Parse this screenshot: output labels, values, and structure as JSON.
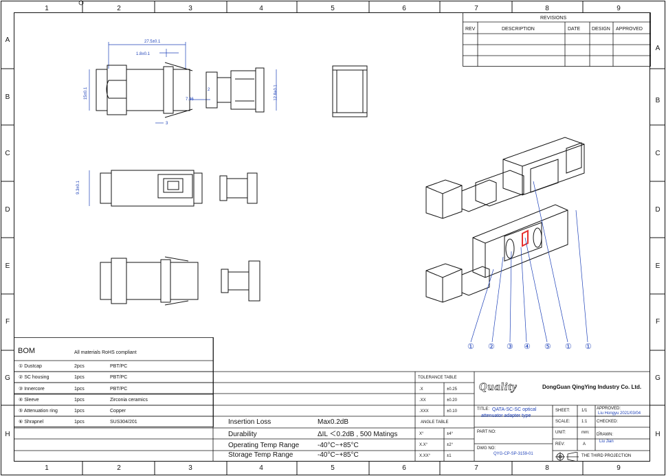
{
  "zones": {
    "columns": [
      "1",
      "2",
      "3",
      "4",
      "5",
      "6",
      "7",
      "8",
      "9"
    ],
    "rows": [
      "A",
      "B",
      "C",
      "D",
      "E",
      "F",
      "G",
      "H"
    ]
  },
  "revisions": {
    "title": "REVISIONS",
    "headers": [
      "REV",
      "DESCRIPTION",
      "DATE",
      "DESIGN",
      "APPROVED"
    ]
  },
  "dimensions": {
    "length": "27.5±0.1",
    "offset": "1.8±0.1",
    "height": "15±0.1",
    "inner_width": "7.96",
    "gap": "2",
    "flange": "12.8±0.1",
    "step": "3",
    "thickness": "9.3±0.1"
  },
  "callouts": [
    "①",
    "②",
    "③",
    "④",
    "⑤",
    "①",
    "①"
  ],
  "bom": {
    "title": "BOM",
    "note": "All materials  RoHS compliant",
    "items": [
      {
        "name": "① Dustcap",
        "qty": "2pcs",
        "material": "PBT/PC"
      },
      {
        "name": "② SC housing",
        "qty": "1pcs",
        "material": "PBT/PC"
      },
      {
        "name": "③ Innercore",
        "qty": "1pcs",
        "material": "PBT/PC"
      },
      {
        "name": "④ Sleeve",
        "qty": "1pcs",
        "material": "Zirconia ceramics"
      },
      {
        "name": "⑤ Attenuation ring",
        "qty": "1pcs",
        "material": "Copper"
      },
      {
        "name": "⑥ Shrapnel",
        "qty": "1pcs",
        "material": "SUS304/201"
      }
    ]
  },
  "specs": [
    {
      "label": "Insertion Loss",
      "value": "Max0.2dB"
    },
    {
      "label": "Durability",
      "value": "ΔIL ＜0.2dB , 500 Matings"
    },
    {
      "label": "Operating Temp Range",
      "value": "-40°C~+85°C"
    },
    {
      "label": "Storage Temp Range",
      "value": "-40°C~+85°C"
    }
  ],
  "tolerance": {
    "title": "TOLERANCE TABLE",
    "rows": [
      {
        "k": ".X",
        "v": "±0.25"
      },
      {
        "k": ".XX",
        "v": "±0.20"
      },
      {
        "k": ".XXX",
        "v": "±0.10"
      }
    ],
    "angle_title": "ANGLE TABLE",
    "angle_rows": [
      {
        "k": "X°",
        "v": "±4°"
      },
      {
        "k": "X.X°",
        "v": "±2°"
      },
      {
        "k": "X.XX°",
        "v": "±1"
      }
    ]
  },
  "company": {
    "logo": "Quality",
    "name": "DongGuan QingYing Industry Co. Ltd."
  },
  "titleblock": {
    "title_label": "TITLE:",
    "title_value": "QATA-SC-SC optical attenuator adapter type",
    "sheet_label": "SHEET:",
    "sheet_value": "1/1",
    "scale_label": "SCALE:",
    "scale_value": "1:1",
    "unit_label": "UNIT:",
    "unit_value": "mm:",
    "unit_extra": "-",
    "rev_label": "REV:",
    "rev_value": "A",
    "part_label": "PART NO:",
    "dwg_label": "DWG NO:",
    "dwg_value": "QYG-CP-SP-3159-01",
    "approved_label": "APPROVED:",
    "approved_value": "Liu Hongyu  2021/03/04",
    "checked_label": "CHECKED:",
    "drawn_label": "DRAWN:",
    "drawn_value": "Liu Jian",
    "projection": "THE THIRD PROJECTION"
  }
}
